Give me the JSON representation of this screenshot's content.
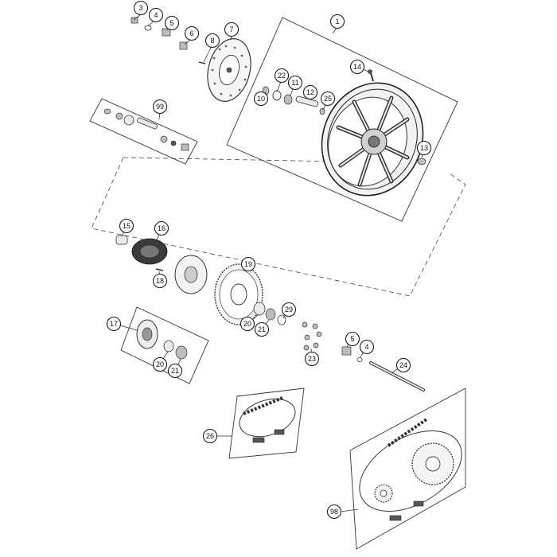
{
  "diagram": {
    "callouts": [
      {
        "id": "c1",
        "label": "1"
      },
      {
        "id": "c3",
        "label": "3"
      },
      {
        "id": "c4a",
        "label": "4"
      },
      {
        "id": "c5a",
        "label": "5"
      },
      {
        "id": "c6",
        "label": "6"
      },
      {
        "id": "c7",
        "label": "7"
      },
      {
        "id": "c8",
        "label": "8"
      },
      {
        "id": "c99",
        "label": "99"
      },
      {
        "id": "c14",
        "label": "14"
      },
      {
        "id": "c22",
        "label": "22"
      },
      {
        "id": "c11",
        "label": "11"
      },
      {
        "id": "c10",
        "label": "10"
      },
      {
        "id": "c12",
        "label": "12"
      },
      {
        "id": "c25",
        "label": "25"
      },
      {
        "id": "c13",
        "label": "13"
      },
      {
        "id": "c15",
        "label": "15"
      },
      {
        "id": "c16",
        "label": "16"
      },
      {
        "id": "c18",
        "label": "18"
      },
      {
        "id": "c19",
        "label": "19"
      },
      {
        "id": "c29",
        "label": "29"
      },
      {
        "id": "c20a",
        "label": "20"
      },
      {
        "id": "c21a",
        "label": "21"
      },
      {
        "id": "c17",
        "label": "17"
      },
      {
        "id": "c20b",
        "label": "20"
      },
      {
        "id": "c21b",
        "label": "21"
      },
      {
        "id": "c23",
        "label": "23"
      },
      {
        "id": "c5b",
        "label": "5"
      },
      {
        "id": "c4b",
        "label": "4"
      },
      {
        "id": "c24",
        "label": "24"
      },
      {
        "id": "c26",
        "label": "26"
      },
      {
        "id": "c98",
        "label": "98"
      }
    ]
  }
}
